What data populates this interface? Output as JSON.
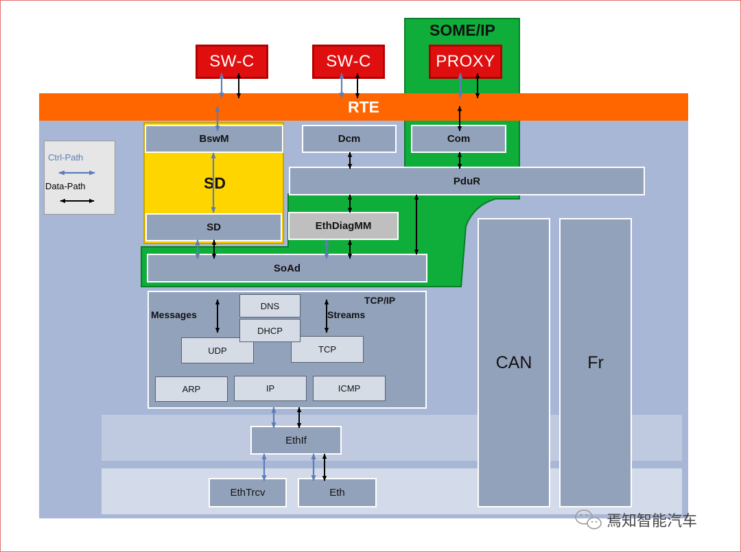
{
  "legend": {
    "ctrl_label": "Ctrl-Path",
    "data_label": "Data-Path"
  },
  "someip": {
    "title": "SOME/IP",
    "proxy": "PROXY"
  },
  "swc": {
    "left": "SW-C",
    "middle": "SW-C"
  },
  "rte": "RTE",
  "modules": {
    "bswm": "BswM",
    "dcm": "Dcm",
    "com": "Com",
    "sd_big": "SD",
    "pdur": "PduR",
    "sd": "SD",
    "ethdiagmm": "EthDiagMM",
    "soad": "SoAd",
    "dns": "DNS",
    "dhcp": "DHCP",
    "udp": "UDP",
    "tcp": "TCP",
    "arp": "ARP",
    "ip": "IP",
    "icmp": "ICMP",
    "ethif": "EthIf",
    "ethtrcv": "EthTrcv",
    "eth": "Eth",
    "can": "CAN",
    "fr": "Fr"
  },
  "tcpip": {
    "title": "TCP/IP",
    "messages": "Messages",
    "streams": "Streams"
  },
  "watermark": "焉知智能汽车",
  "colors": {
    "ctrl": "#5b7db8",
    "data": "#000000",
    "rte": "#ff6600",
    "someip": "#0fae3a",
    "sd_yellow": "#ffd500",
    "red": "#e00f0f",
    "platform": "#a8b7d6",
    "module": "#93a2bb"
  }
}
